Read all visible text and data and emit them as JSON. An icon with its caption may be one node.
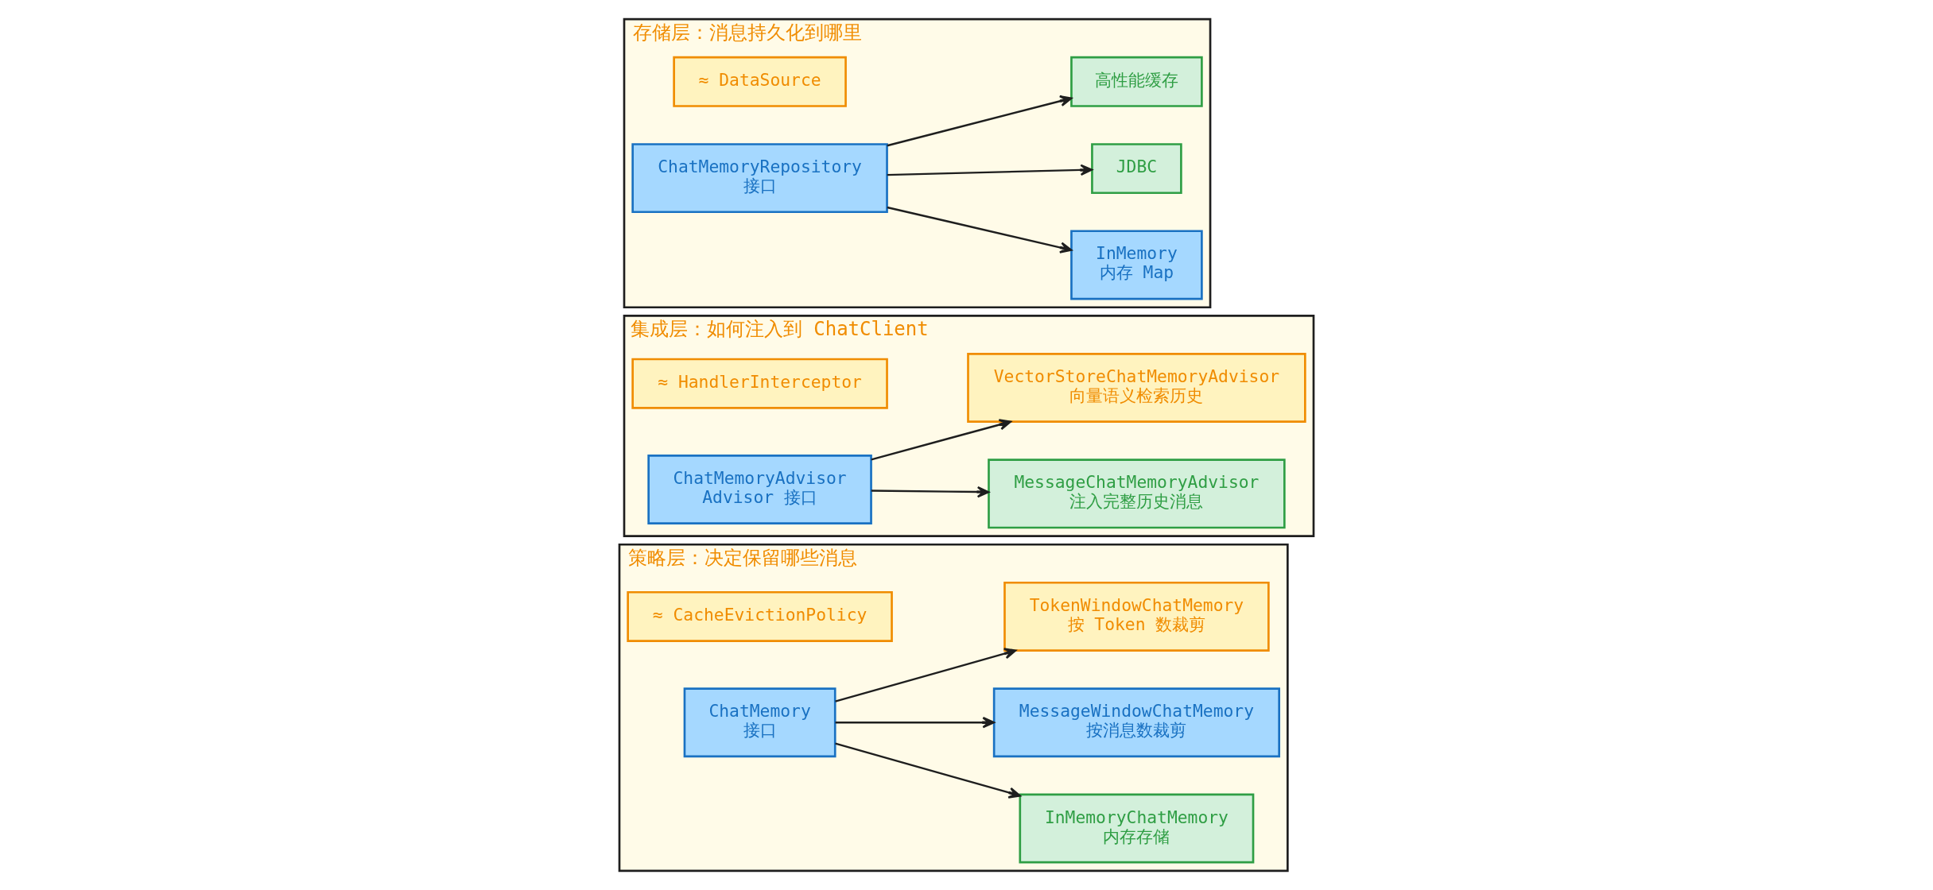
{
  "diagram": {
    "nodes": [
      {
        "text": [
          "策略层：决定保留哪些消息"
        ]
      },
      {
        "text": [
          "≈ CacheEvictionPolicy"
        ],
        "in": 0
      },
      {
        "text": [
          "ChatMemory",
          "接口"
        ],
        "in": 0
      },
      {
        "text": [
          "InMemoryChatMemory",
          "内存存储"
        ],
        "in": 0
      },
      {
        "text": [
          "MessageWindowChatMemory",
          "按消息数裁剪"
        ],
        "in": 0
      },
      {
        "text": [
          "TokenWindowChatMemory",
          "按 Token 数裁剪"
        ],
        "in": 0
      },
      {
        "text": [
          "集成层：如何注入到 ChatClient"
        ]
      },
      {
        "text": [
          "≈ HandlerInterceptor"
        ],
        "in": 6
      },
      {
        "text": [
          "ChatMemoryAdvisor",
          "Advisor 接口"
        ],
        "in": 6
      },
      {
        "text": [
          "MessageChatMemoryAdvisor",
          "注入完整历史消息"
        ],
        "in": 6
      },
      {
        "text": [
          "VectorStoreChatMemoryAdvisor",
          "向量语义检索历史"
        ],
        "in": 6
      },
      {
        "text": [
          "存储层：消息持久化到哪里"
        ]
      },
      {
        "text": [
          "≈ DataSource"
        ],
        "in": 11
      },
      {
        "text": [
          "ChatMemoryRepository",
          "接口"
        ],
        "in": 11
      },
      {
        "text": [
          "InMemory",
          "内存 Map"
        ],
        "in": 11
      },
      {
        "text": [
          "JDBC"
        ],
        "in": 11
      },
      {
        "text": [
          "高性能缓存"
        ],
        "in": 11
      }
    ],
    "edges": [
      {
        "from": 2,
        "to": 3,
        "arrow": "to"
      },
      {
        "from": 2,
        "to": 4,
        "arrow": "to"
      },
      {
        "from": 2,
        "to": 5,
        "arrow": "to"
      },
      {
        "from": 8,
        "to": 9,
        "arrow": "to"
      },
      {
        "from": 8,
        "to": 10,
        "arrow": "to"
      },
      {
        "from": 13,
        "to": 14,
        "arrow": "to"
      },
      {
        "from": 13,
        "to": 15,
        "arrow": "to"
      },
      {
        "from": 13,
        "to": 16,
        "arrow": "to"
      }
    ]
  }
}
